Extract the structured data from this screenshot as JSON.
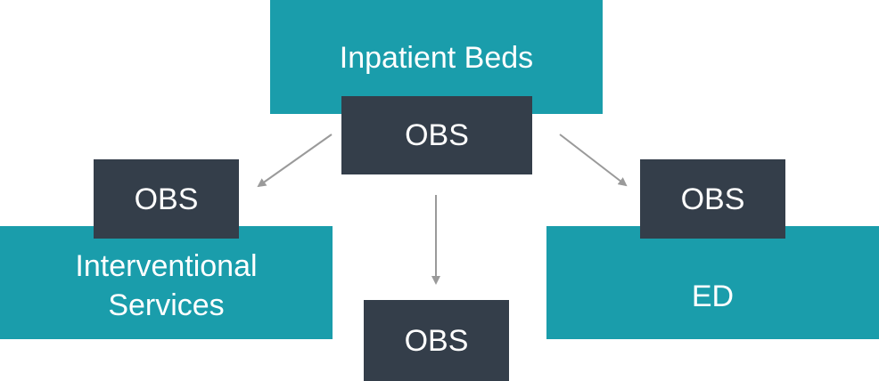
{
  "diagram": {
    "top_box": {
      "label": "Inpatient Beds",
      "tag": "OBS"
    },
    "left_box": {
      "line1": "Interventional",
      "line2": "Services",
      "tag": "OBS"
    },
    "right_box": {
      "label": "ED",
      "tag": "OBS"
    },
    "bottom_tag": "OBS",
    "colors": {
      "teal": "#1a9dab",
      "dark": "#343e4a",
      "arrow": "#9a9a9a"
    }
  }
}
